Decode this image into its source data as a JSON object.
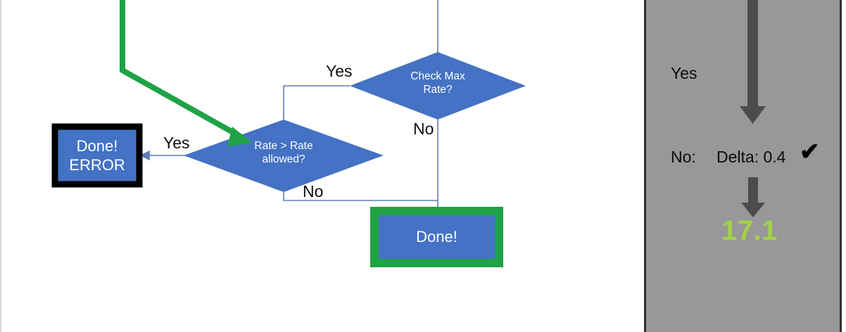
{
  "canvas": {
    "background": "#ffffff",
    "accent_blue": "#4472C4",
    "connector_blue": "#5B7EB5",
    "accent_green": "#1FA346",
    "black": "#000000"
  },
  "flowchart": {
    "nodes": [
      {
        "id": "check-max-rate",
        "shape": "diamond",
        "text": "Check Max\nRate?",
        "fill": "#4472C4"
      },
      {
        "id": "rate-gt-rate-allowed",
        "shape": "diamond",
        "text": "Rate > Rate\nallowed?",
        "fill": "#4472C4"
      },
      {
        "id": "done-error",
        "shape": "rect",
        "text": "Done!\nERROR",
        "fill": "#4472C4",
        "border": "#000000"
      },
      {
        "id": "done",
        "shape": "rect",
        "text": "Done!",
        "fill": "#4472C4",
        "border": "#1FA346"
      }
    ],
    "edge_labels": [
      {
        "id": "yes-check-max",
        "text": "Yes"
      },
      {
        "id": "no-check-max",
        "text": "No"
      },
      {
        "id": "yes-rate-allowed",
        "text": "Yes"
      },
      {
        "id": "no-rate-allowed",
        "text": "No"
      }
    ],
    "highlight_path": {
      "id": "green-highlight-arrow",
      "color": "#1FA346",
      "description": "green-arrow"
    }
  },
  "right_panel": {
    "background": "#989898",
    "arrow_color": "#4C4C4C",
    "labels": {
      "yes": "Yes",
      "no": "No:",
      "delta": "Delta: 0.4",
      "check": "✔",
      "value": "17.1",
      "value_color": "#A3D246"
    },
    "arrows": [
      {
        "id": "panel-arrow-top"
      },
      {
        "id": "panel-arrow-bottom"
      }
    ]
  }
}
